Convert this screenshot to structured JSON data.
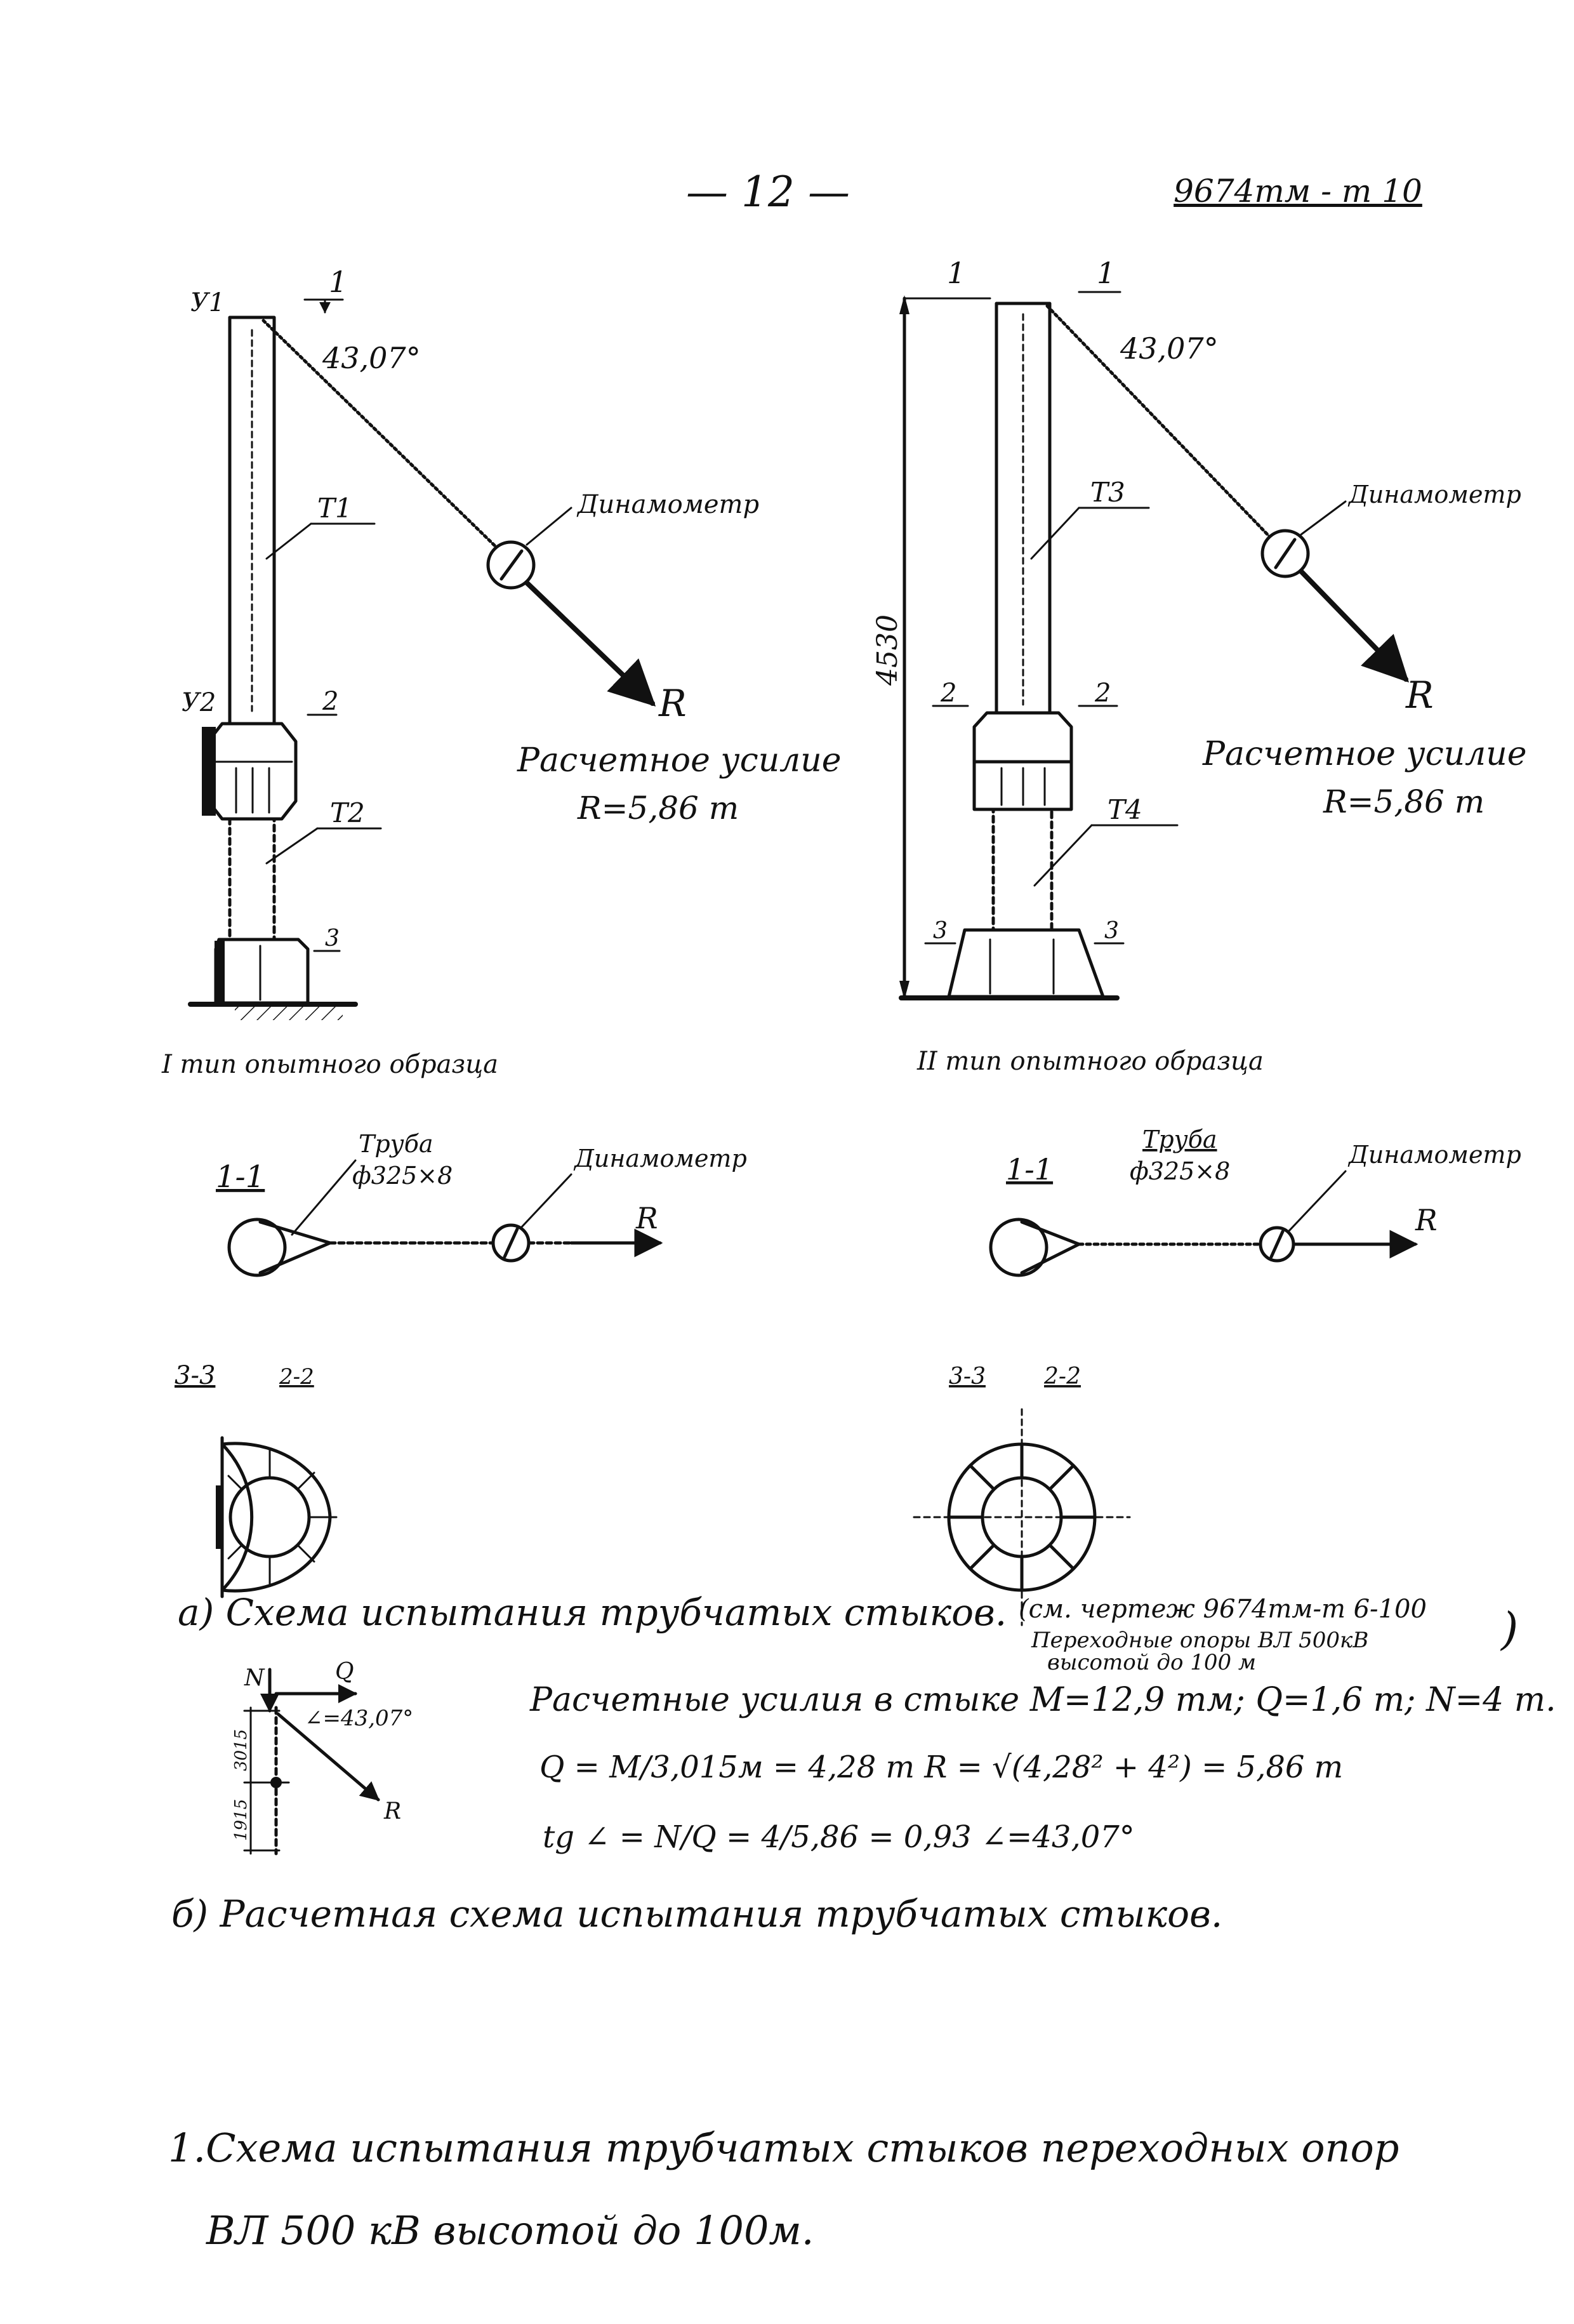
{
  "header": {
    "page_number": "— 12 —",
    "doc_code": "9674тм - т 10"
  },
  "scheme1": {
    "node1_label": "У1",
    "node2_label": "У2",
    "section1": "1",
    "section2": "2",
    "section3": "3",
    "angle": "43,07°",
    "dynamometer": "Динамометр",
    "tube_upper": "Т1",
    "tube_lower": "Т2",
    "force_label": "R",
    "design_force_title": "Расчетное усилие",
    "design_force_value": "R=5,86 т",
    "caption": "I тип опытного образца"
  },
  "scheme2": {
    "section1": "1",
    "section2": "2",
    "section3": "3",
    "height_dim": "4530",
    "angle": "43,07°",
    "dynamometer": "Динамометр",
    "tube_upper": "Т3",
    "tube_lower": "Т4",
    "force_label": "R",
    "design_force_title": "Расчетное усилие",
    "design_force_value": "R=5,86 т",
    "caption": "II тип опытного образца"
  },
  "plan_sections": {
    "left": {
      "section": "1-1",
      "pipe_title": "Труба",
      "pipe_size": "ф325×8",
      "dynamometer": "Динамометр",
      "force_label": "R"
    },
    "right": {
      "section": "1-1",
      "pipe_title": "Труба",
      "pipe_size": "ф325×8",
      "dynamometer": "Динамометр",
      "force_label": "R"
    }
  },
  "cross_sections": {
    "left_a": "3-3",
    "left_b": "2-2",
    "right_a": "3-3",
    "right_b": "2-2"
  },
  "caption_a": {
    "line": "а) Схема испытания трубчатых стыков.",
    "ref_line1": "(см. чертеж 9674тм-т 6-100",
    "ref_line2": "Переходные опоры ВЛ 500кВ",
    "ref_line3": "высотой до 100 м",
    "ref_close": ")"
  },
  "calc_scheme": {
    "n_label": "N",
    "q_label": "Q",
    "r_label": "R",
    "alpha": "∠=43,07°",
    "dim_upper": "3015",
    "dim_lower": "1915"
  },
  "calc": {
    "line1": "Расчетные усилия в стыке  M=12,9 тм;  Q=1,6 т;  N=4 т.",
    "line2": "Q = M/3,015м = 4,28 т    R = √(4,28² + 4²) = 5,86 т",
    "line3": "tg ∠ = N/Q = 4/5,86 = 0,93      ∠=43,07°"
  },
  "caption_b": {
    "line": "б) Расчетная схема испытания трубчатых стыков."
  },
  "title": {
    "line1": "1.Схема испытания трубчатых стыков переходных опор",
    "line2": "ВЛ 500 кВ   высотой до 100м."
  }
}
